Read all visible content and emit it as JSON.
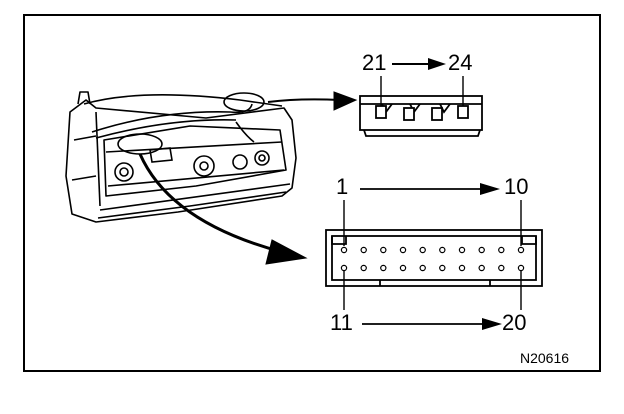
{
  "pin_labels": {
    "small_start": "21",
    "small_end": "24",
    "top_start": "1",
    "top_end": "10",
    "bottom_start": "11",
    "bottom_end": "20"
  },
  "figure_id": "N20616"
}
